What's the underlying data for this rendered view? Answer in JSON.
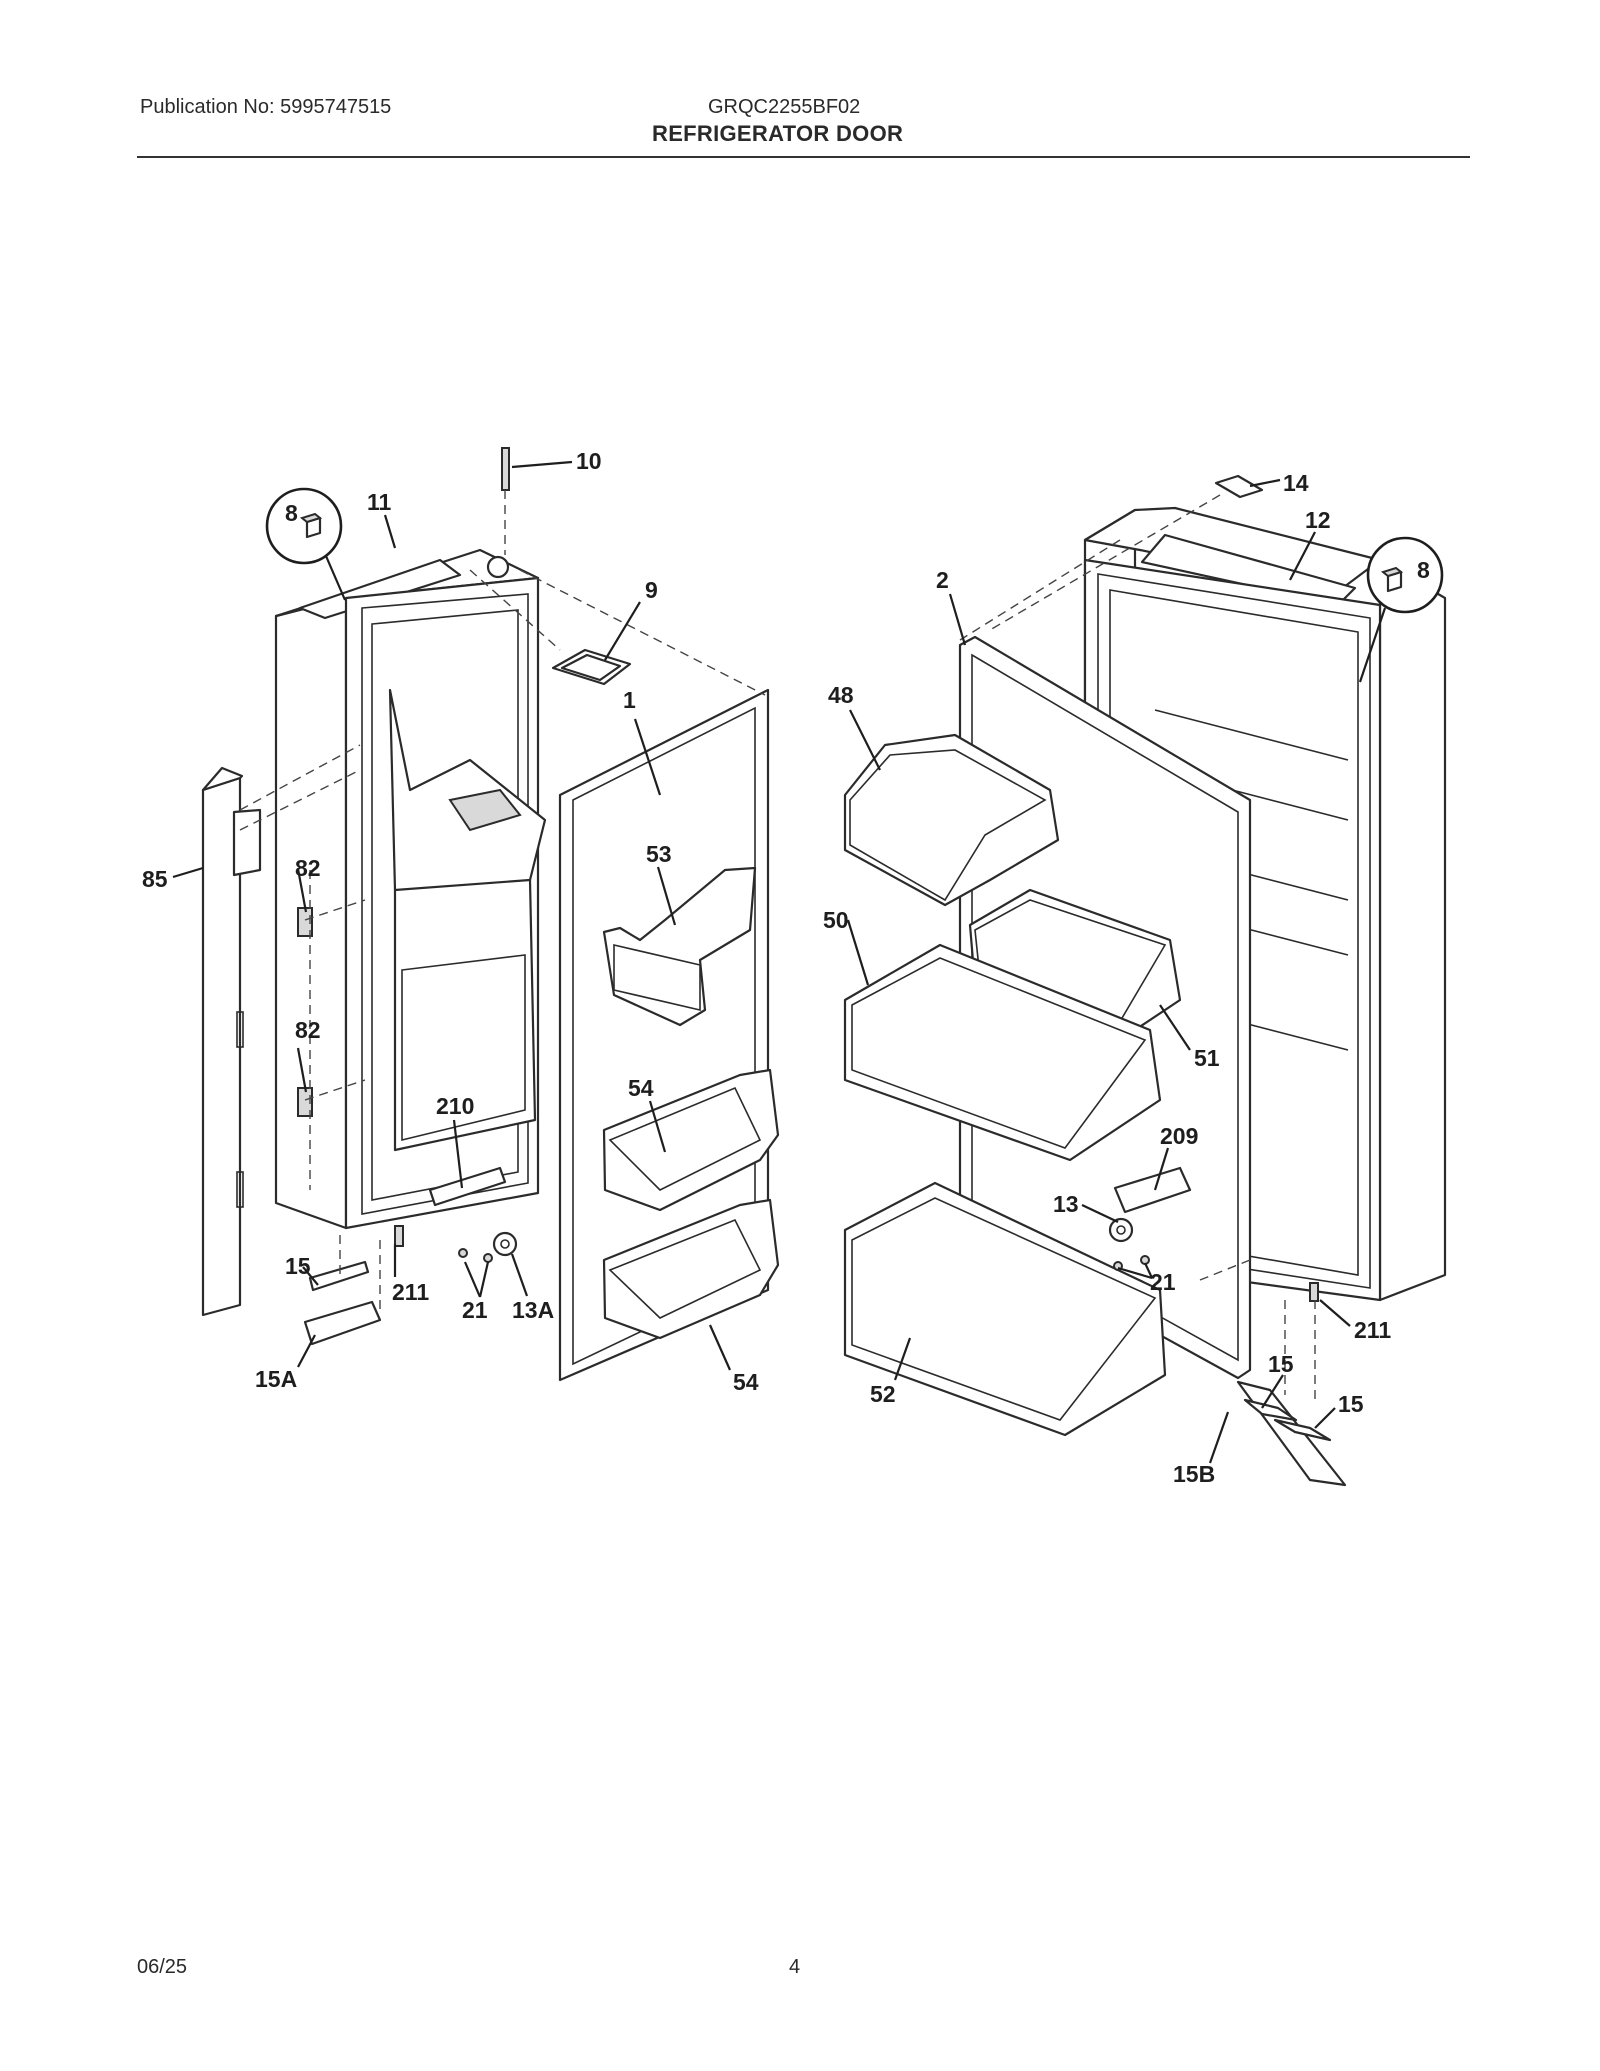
{
  "header": {
    "publication": "Publication No: 5995747515",
    "model": "GRQC2255BF02",
    "title": "REFRIGERATOR DOOR"
  },
  "footer": {
    "date": "06/25",
    "page": "4"
  },
  "callouts": {
    "c10": "10",
    "c14": "14",
    "c11": "11",
    "c12": "12",
    "c8a": "8",
    "c8b": "8",
    "c9": "9",
    "c2": "2",
    "c1": "1",
    "c48": "48",
    "c53": "53",
    "c50": "50",
    "c85": "85",
    "c82a": "82",
    "c82b": "82",
    "c51": "51",
    "c54a": "54",
    "c210": "210",
    "c209": "209",
    "c13": "13",
    "c15a": "15",
    "c211a": "211",
    "c21a": "21",
    "c13a": "13A",
    "c21b": "21",
    "c211b": "211",
    "c15b": "15",
    "c15c": "15",
    "c15a_label": "15A",
    "c54b": "54",
    "c52": "52",
    "c15b_label": "15B"
  }
}
